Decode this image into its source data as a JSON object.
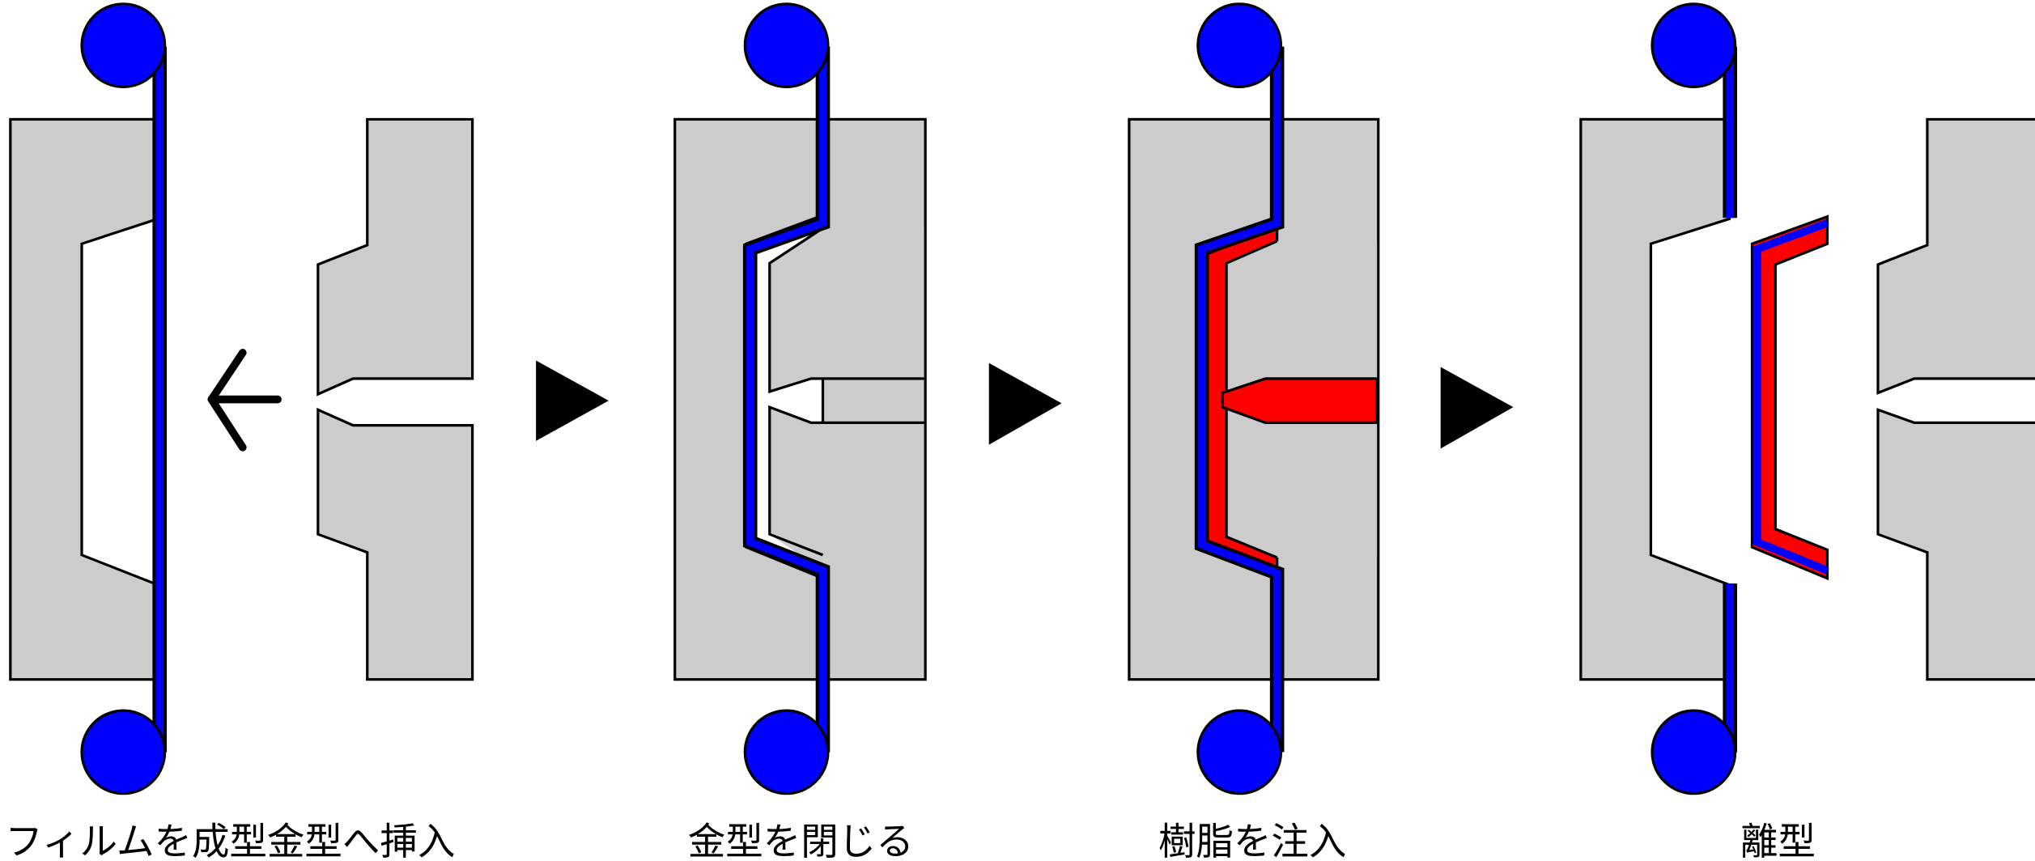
{
  "title": "Film insert molding process",
  "steps": [
    {
      "label": "フィルムを成型金型へ挿入"
    },
    {
      "label": "金型を閉じる"
    },
    {
      "label": "樹脂を注入"
    },
    {
      "label": "離型"
    }
  ],
  "colors": {
    "mold": "#cccccc",
    "film": "#0000ff",
    "resin": "#ff0000",
    "outline": "#000000"
  },
  "icons": [
    "roller-icon",
    "arrow-left-icon",
    "next-step-triangle-icon"
  ]
}
